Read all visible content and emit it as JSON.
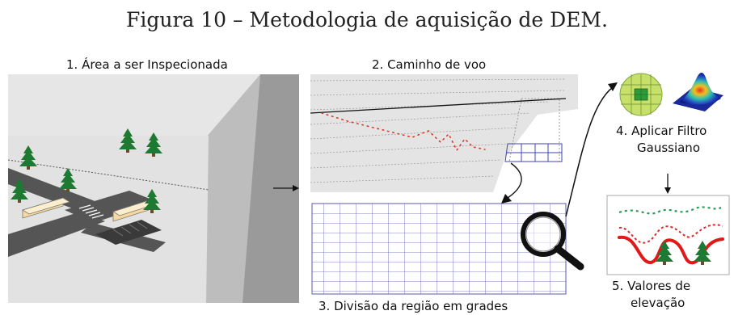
{
  "caption": "Figura 10 – Metodologia de aquisição de DEM.",
  "steps": [
    {
      "label": "1. Área a ser Inspecionada"
    },
    {
      "label": "2. Caminho de voo"
    },
    {
      "label": "3. Divisão da região em grades"
    },
    {
      "number": "4.",
      "label_line1": "Aplicar Filtro",
      "label_line2": "Gaussiano"
    },
    {
      "number": "5.",
      "label_line1": "Valores de",
      "label_line2": "elevação"
    }
  ],
  "colors": {
    "grid_line": "#5a5ab4",
    "flight_path": "#d83a2a",
    "tree": "#1e7a32",
    "filter_green": "#2a9a55",
    "filter_red_dotted": "#d42a2a",
    "filter_red_solid": "#e01818"
  },
  "icons": [
    "tree-icon",
    "building-icon",
    "magnifier-icon",
    "gaussian-surface-icon",
    "filtered-grid-icon"
  ]
}
